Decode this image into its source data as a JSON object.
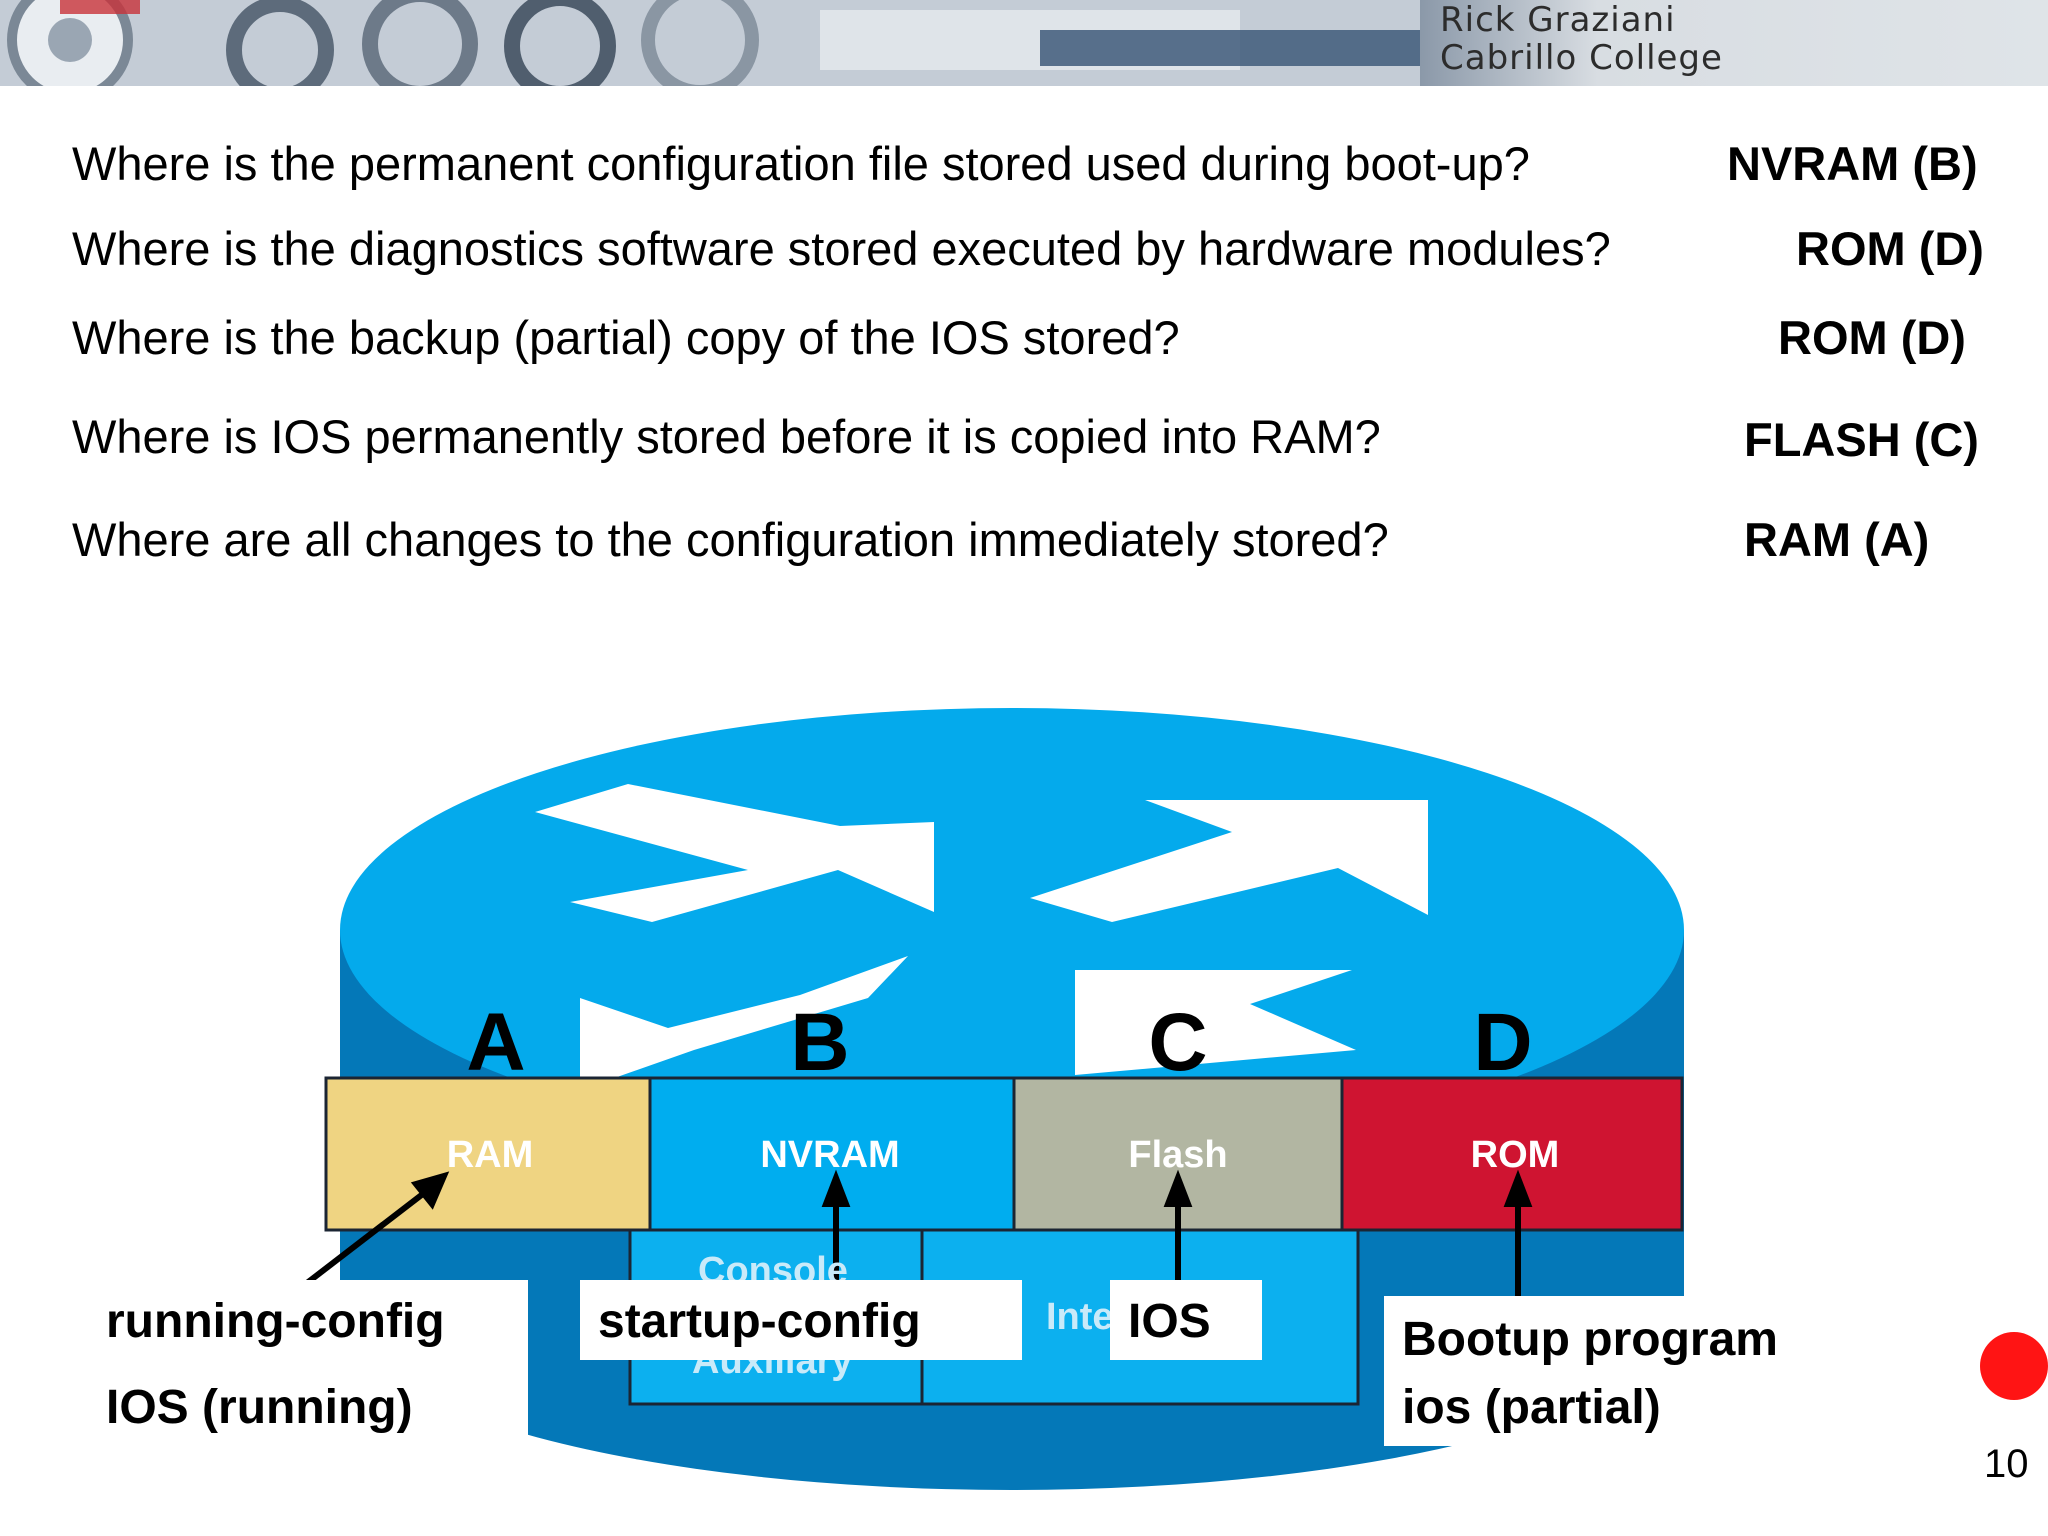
{
  "header": {
    "author_line1": "Rick Graziani",
    "author_line2": "Cabrillo College"
  },
  "questions": [
    {
      "question": "Where is the permanent configuration file stored used during boot-up?",
      "answer": "NVRAM (B)"
    },
    {
      "question": "Where is the diagnostics software stored executed by hardware modules?",
      "answer": "ROM (D)"
    },
    {
      "question": "Where is the backup (partial) copy of the IOS stored?",
      "answer": "ROM (D)"
    },
    {
      "question": "Where is IOS permanently stored before it is copied into RAM?",
      "answer": "FLASH (C)"
    },
    {
      "question": "Where are all changes to the configuration immediately stored?",
      "answer": "RAM (A)"
    }
  ],
  "diagram": {
    "memory_blocks": [
      {
        "letter": "A",
        "label": "RAM",
        "color": "#efd482"
      },
      {
        "letter": "B",
        "label": "NVRAM",
        "color": "#00adef"
      },
      {
        "letter": "C",
        "label": "Flash",
        "color": "#b2b6a2"
      },
      {
        "letter": "D",
        "label": "ROM",
        "color": "#cf1431"
      }
    ],
    "lower_labels": {
      "console": "Console",
      "auxiliary": "Auxiliary",
      "interfaces": "Inte"
    },
    "callouts": {
      "ram_line1": "running-config",
      "ram_line2": "IOS (running)",
      "nvram": "startup-config",
      "flash": "IOS",
      "rom_line1": "Bootup program",
      "rom_line2": "ios (partial)"
    },
    "router_colors": {
      "top": "#04aaec",
      "side": "#0478b8",
      "arrows": "#ffffff"
    }
  },
  "footer": {
    "page_number": "10",
    "indicator_color": "#ff1414"
  }
}
